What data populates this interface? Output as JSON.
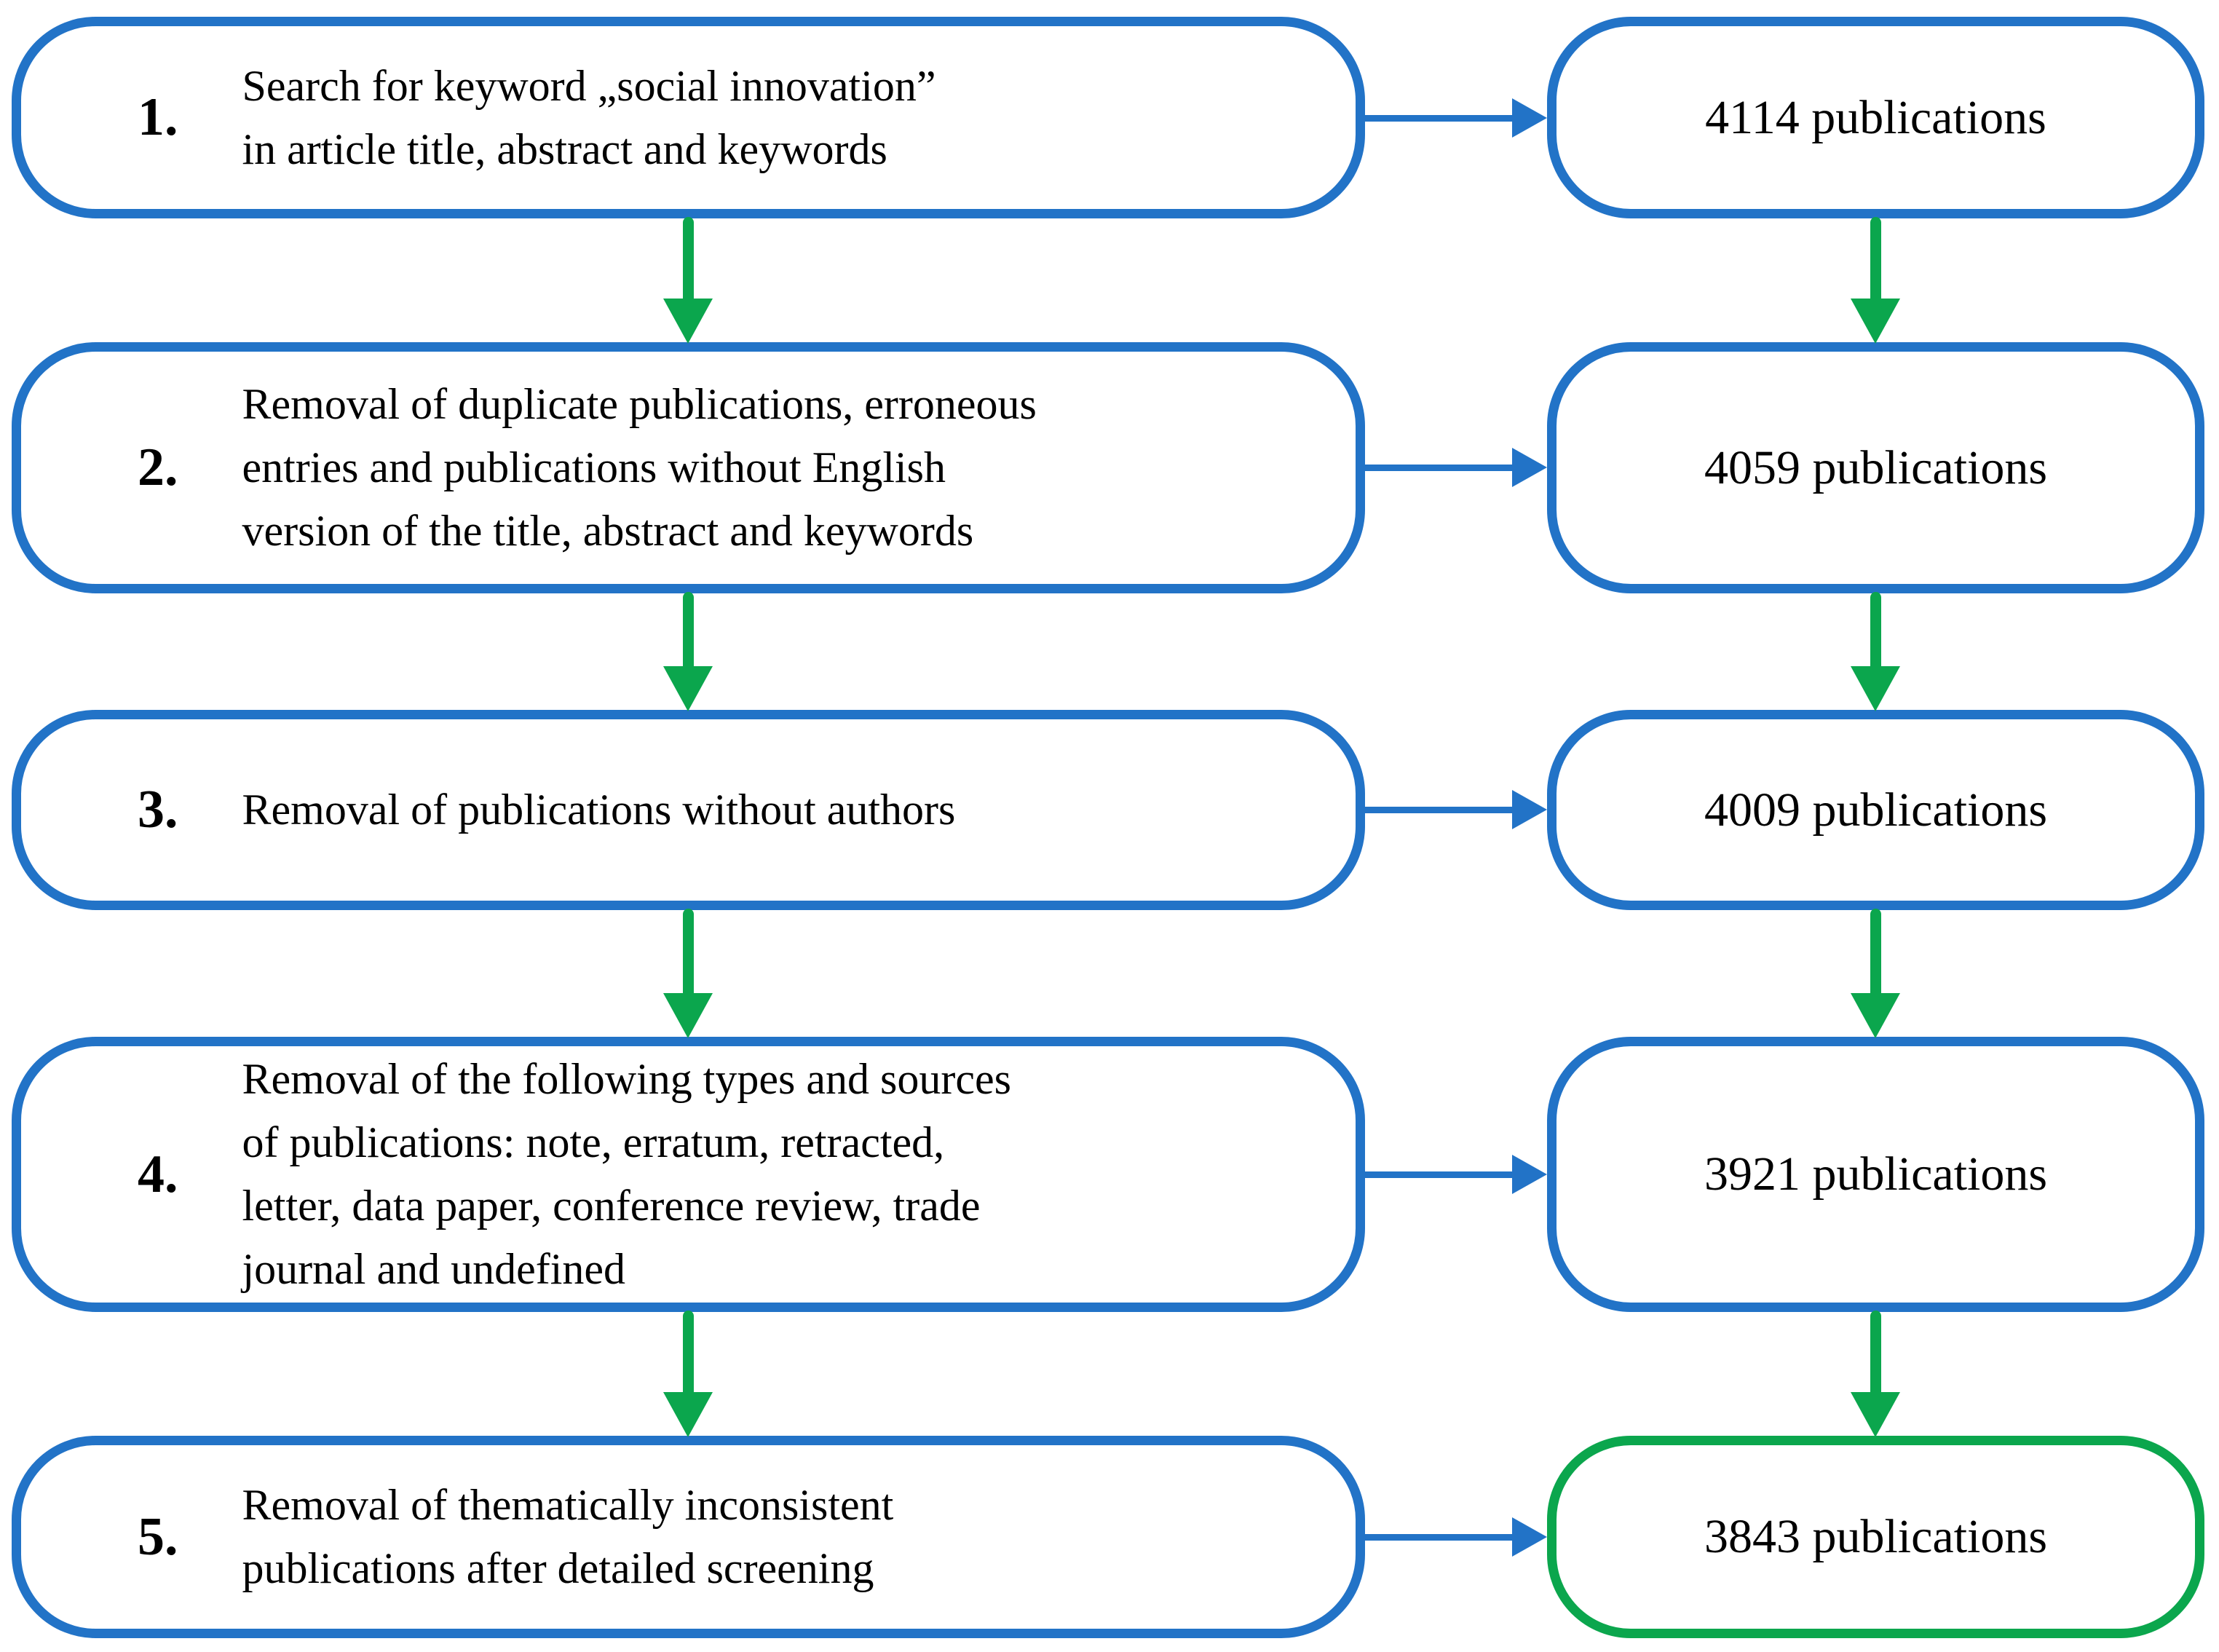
{
  "colors": {
    "blue": "#2273C7",
    "green": "#0BA64D",
    "text": "#000000"
  },
  "steps": [
    {
      "number": "1.",
      "description": "Search for keyword „social innovation”\nin article title, abstract and keywords",
      "result": "4114 publications"
    },
    {
      "number": "2.",
      "description": "Removal of duplicate publications, erroneous\nentries and publications without English\nversion of the title, abstract and keywords",
      "result": "4059 publications"
    },
    {
      "number": "3.",
      "description": "Removal of publications without authors",
      "result": "4009 publications"
    },
    {
      "number": "4.",
      "description": "Removal of the following types and sources\nof publications: note, erratum, retracted,\nletter, data paper, conference review, trade\njournal and undefined",
      "result": "3921 publications"
    },
    {
      "number": "5.",
      "description": "Removal of thematically inconsistent\npublications after detailed screening",
      "result": "3843 publications"
    }
  ]
}
